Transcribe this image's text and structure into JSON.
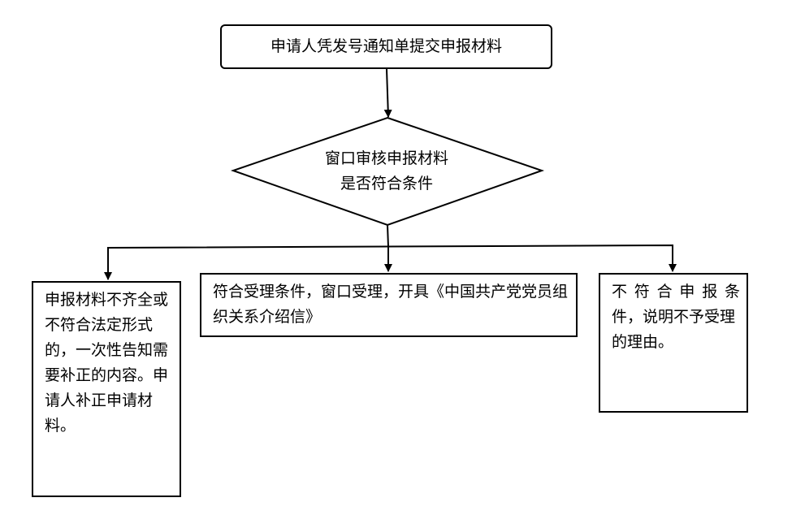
{
  "start": {
    "text": "申请人凭发号通知单提交申报材料"
  },
  "decision": {
    "line1": "窗口审核申报材料",
    "line2": "是否符合条件"
  },
  "outcomes": {
    "incomplete": "申报材料不齐全或不符合法定形式的，一次性告知需要补正的内容。申请人补正申请材料。",
    "accepted": "符合受理条件，窗口受理，开具《中国共产党党员组织关系介绍信》",
    "rejected_line1": "不符合申报条",
    "rejected_rest": "件，说明不予受理的理由。"
  }
}
